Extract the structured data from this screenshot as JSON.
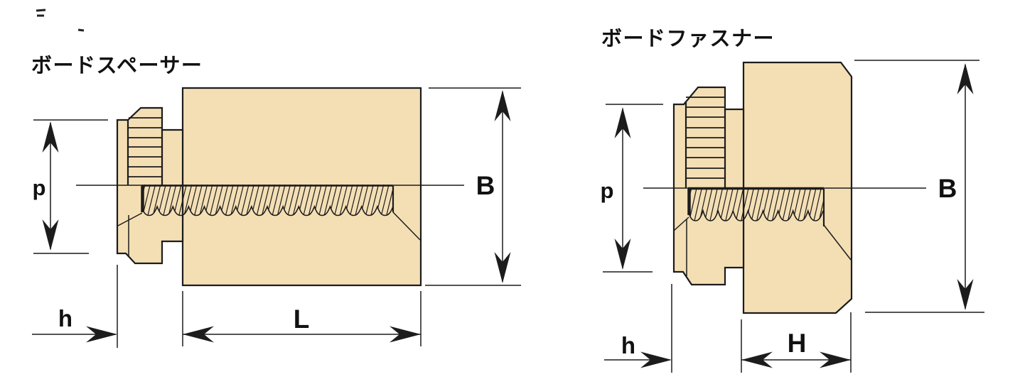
{
  "colors": {
    "part_fill": "#f4dfb5",
    "line": "#1c1c1c",
    "background": "#ffffff"
  },
  "diagrams": [
    {
      "id": "board-spacer",
      "title": "ボードスペーサー",
      "labels": {
        "p": "p",
        "B": "B",
        "h": "h",
        "L": "L"
      }
    },
    {
      "id": "board-fastener",
      "title": "ボードファスナー",
      "labels": {
        "p": "p",
        "B": "B",
        "h": "h",
        "H": "H"
      }
    }
  ]
}
